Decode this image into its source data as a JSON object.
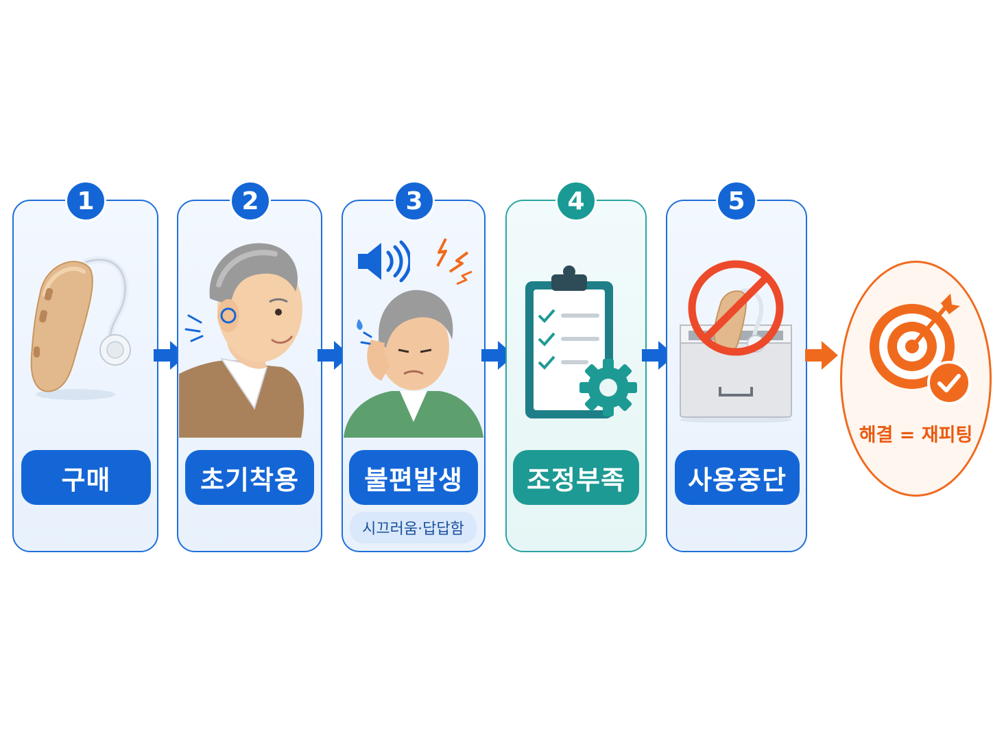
{
  "steps": [
    {
      "number": "1",
      "label": "구매"
    },
    {
      "number": "2",
      "label": "초기착용"
    },
    {
      "number": "3",
      "label": "불편발생",
      "sublabel": "시끄러움·답답함"
    },
    {
      "number": "4",
      "label": "조정부족"
    },
    {
      "number": "5",
      "label": "사용중단"
    }
  ],
  "result": {
    "label": "해결 = 재피팅"
  },
  "colors": {
    "primary": "#1466d6",
    "teal": "#1e9a94",
    "accent": "#f06a1e"
  },
  "icons": [
    "hearing-aid-icon",
    "elderly-man-icon",
    "speaker-icon",
    "clipboard-icon",
    "gear-icon",
    "prohibited-icon",
    "drawer-icon",
    "target-icon",
    "checkmark-icon"
  ]
}
